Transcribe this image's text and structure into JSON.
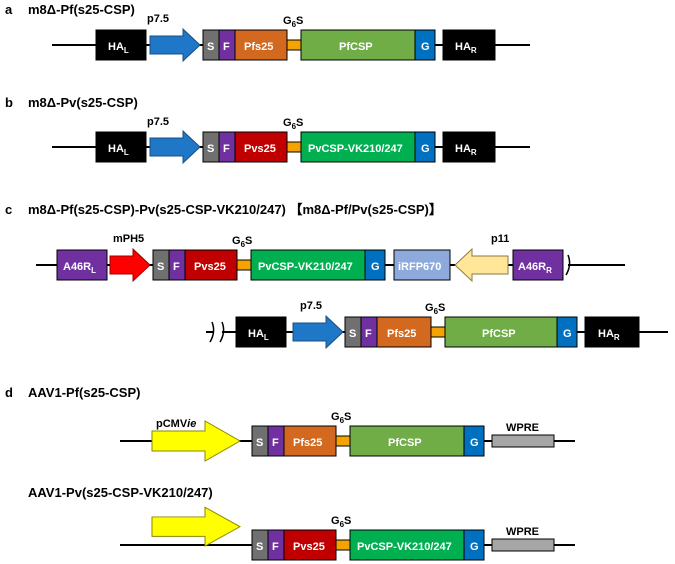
{
  "panels": {
    "a": {
      "letter": "a",
      "title": "m8Δ-Pf(s25-CSP)"
    },
    "b": {
      "letter": "b",
      "title": "m8Δ-Pv(s25-CSP)"
    },
    "c": {
      "letter": "c",
      "title": "m8Δ-Pf(s25-CSP)-Pv(s25-CSP-VK210/247) 【m8Δ-Pf/Pv(s25-CSP)】"
    },
    "d": {
      "letter": "d",
      "title": "AAV1-Pf(s25-CSP)"
    },
    "e": {
      "title": "AAV1-Pv(s25-CSP-VK210/247)"
    }
  },
  "labels": {
    "hal_main": "HA",
    "hal_sub": "L",
    "har_main": "HA",
    "har_sub": "R",
    "a46l_main": "A46R",
    "a46l_sub": "L",
    "a46r_main": "A46R",
    "a46r_sub": "R",
    "p75": "p7.5",
    "mph5": "mPH5",
    "p11": "p11",
    "pcmv_main": "pCMV",
    "pcmv_ital": "ie",
    "g6s_main": "G",
    "g6s_sub": "6",
    "g6s_end": "S",
    "s": "S",
    "f": "F",
    "g": "G",
    "pfs25": "Pfs25",
    "pvs25": "Pvs25",
    "pfcsp": "PfCSP",
    "pvcsp": "PvCSP-VK210/247",
    "irfp": "iRFP670",
    "wpre": "WPRE"
  },
  "colors": {
    "black_box": "#000000",
    "blue_arrow": "#1f77c8",
    "grey_s": "#707070",
    "purple_f": "#7030a0",
    "orange_pfs25": "#d2691e",
    "red_pvs25": "#c00000",
    "linker": "#f5a300",
    "green_pfcsp": "#70ad47",
    "green_pvcsp": "#00b050",
    "blue_g": "#0070c0",
    "purple_a46": "#7030a0",
    "red_arrow": "#ff0000",
    "irfp": "#8ea9db",
    "cream_arrow": "#ffe699",
    "yellow_arrow": "#ffff00",
    "wpre": "#a6a6a6"
  }
}
